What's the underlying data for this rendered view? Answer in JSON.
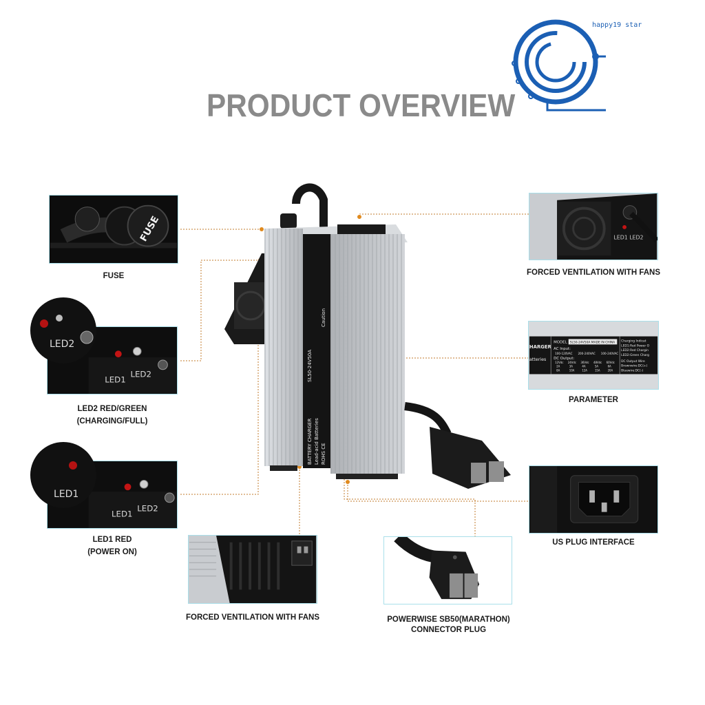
{
  "title": "PRODUCT OVERVIEW",
  "logo": {
    "text": "happy19 star"
  },
  "callouts": {
    "fuse": {
      "label": "FUSE",
      "photo_text": "FUSE"
    },
    "led2": {
      "label_line1": "LED2 RED/GREEN",
      "label_line2": "(CHARGING/FULL)",
      "photo_led1": "LED1",
      "photo_led2": "LED2"
    },
    "led1": {
      "label_line1": "LED1 RED",
      "label_line2": "(POWER ON)",
      "photo_led1": "LED1",
      "photo_led2": "LED2"
    },
    "fans_bottom": {
      "label": "FORCED VENTILATION WITH FANS"
    },
    "connector": {
      "label_line1": "POWERWISE SB50(MARATHON)",
      "label_line2": "CONNECTOR PLUG"
    },
    "fans_top": {
      "label": "FORCED VENTILATION WITH FANS",
      "photo_leds": "LED1 LED2"
    },
    "parameter": {
      "label": "PARAMETER"
    },
    "us_plug": {
      "label": "US PLUG INTERFACE"
    }
  },
  "charger_label": {
    "brand": "BATTERY CHARGER",
    "battery_type": "Lead-acid Batteries",
    "model": "SL50-24V50A",
    "certs": "ROHS CE",
    "caution": "Caution"
  },
  "parameter_panel": {
    "row_charger": "HARGER",
    "row_batteries": "atteries",
    "model_label": "MODEL",
    "model_value": "SL50-24V50A MADE IN CHINA",
    "ac_input": "AC Input:",
    "ac_values": [
      "100-120VAC",
      "200-240VAC",
      "100-240VAC"
    ],
    "dc_output": "DC Output:",
    "dc_volts": [
      "12Vdc",
      "24Vdc",
      "36Vdc",
      "48Vdc",
      "60Vdc"
    ],
    "amps_a": [
      "2A",
      "3A",
      "4A",
      "5A",
      "6A"
    ],
    "amps_b": [
      "8A",
      "10A",
      "12A",
      "15A",
      "20A"
    ],
    "indicator_title": "Charging Indicat",
    "indicator_lines": [
      "LED1:Red Power O",
      "LED2:Red Chargin",
      "LED2:Green Charg"
    ],
    "wire_title": "DC Output Wire",
    "wire_lines": [
      "Brownwire:DC(+)",
      "Bluewire:DC(-)"
    ]
  },
  "colors": {
    "title": "#8a8a8a",
    "logo_blue": "#1b5fb4",
    "connector_line": "#c07a2a",
    "connector_dot": "#e08a1e",
    "callout_border": "#a9dfea",
    "led_red": "#c21414"
  }
}
